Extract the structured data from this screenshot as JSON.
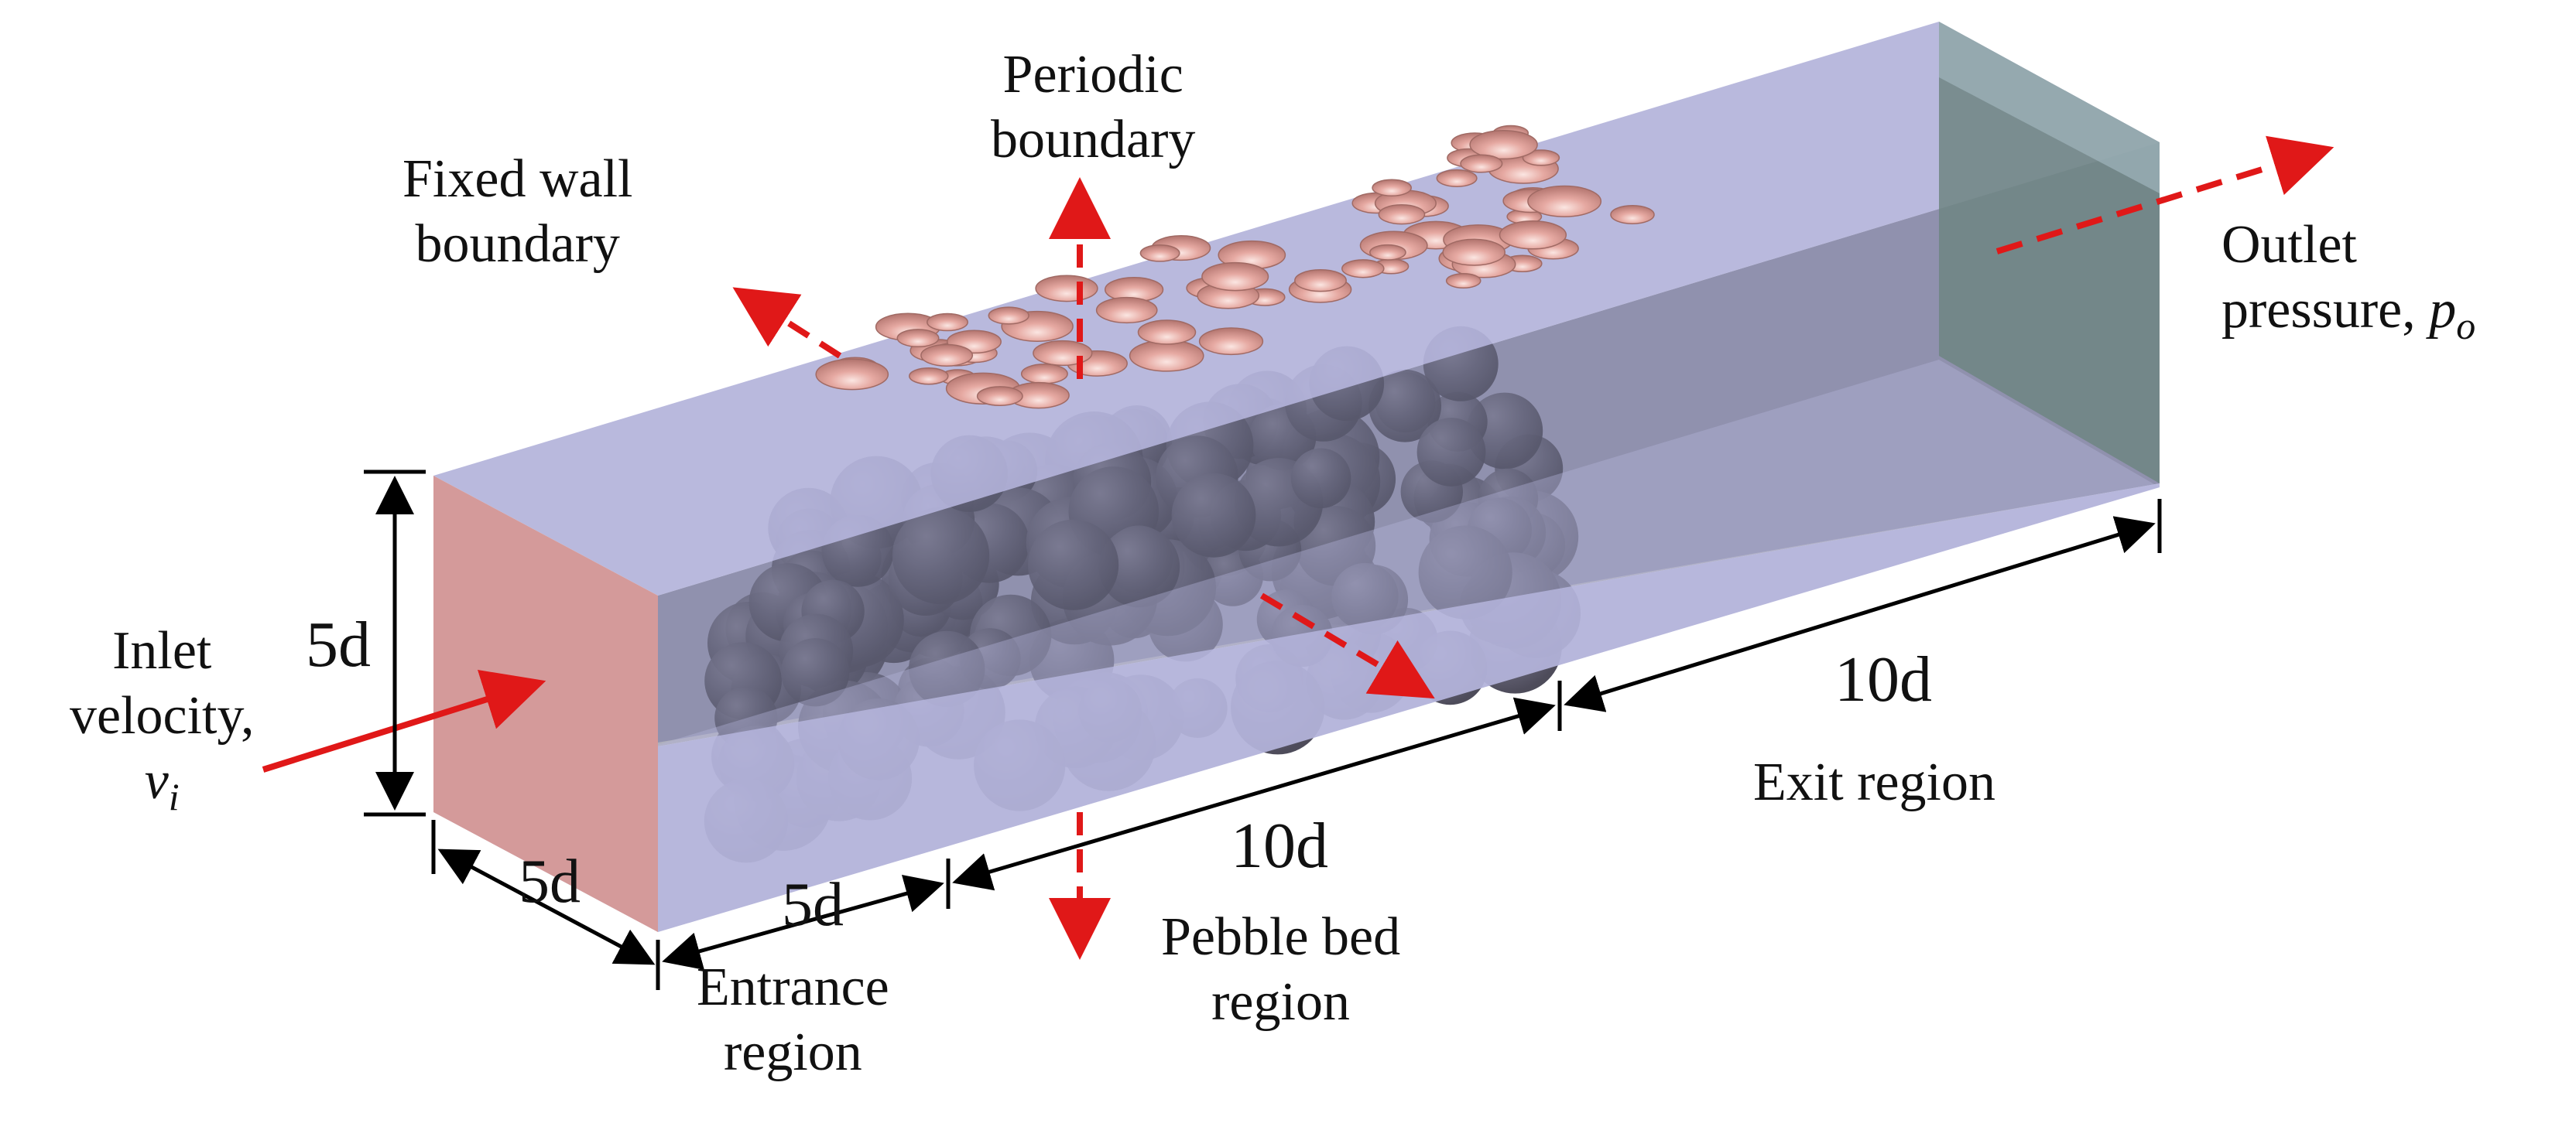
{
  "labels": {
    "periodic": [
      "Periodic",
      "boundary"
    ],
    "fixed_wall": [
      "Fixed wall",
      "boundary"
    ],
    "outlet": [
      "Outlet",
      "pressure, "
    ],
    "outlet_symbol": "p",
    "outlet_sub": "o",
    "inlet": [
      "Inlet",
      "velocity,"
    ],
    "inlet_symbol": "v",
    "inlet_sub": "i",
    "entrance": [
      "Entrance",
      "region"
    ],
    "pebble_bed": [
      "Pebble bed",
      "region"
    ],
    "exit": [
      "Exit region"
    ]
  },
  "dimensions": {
    "height": "5d",
    "width": "5d",
    "entrance_length": "5d",
    "pebble_length": "10d",
    "exit_length": "10d"
  },
  "colors": {
    "inlet_face": "#d49a9a",
    "channel_top": "#b3b3da",
    "channel_side": "#6e6f86",
    "outlet_face": "#6f8582",
    "pebble_top": "#e6a9a2",
    "pebble_body": "#5e5c71",
    "arrow": "#e01818",
    "dimension_line": "#000000"
  }
}
